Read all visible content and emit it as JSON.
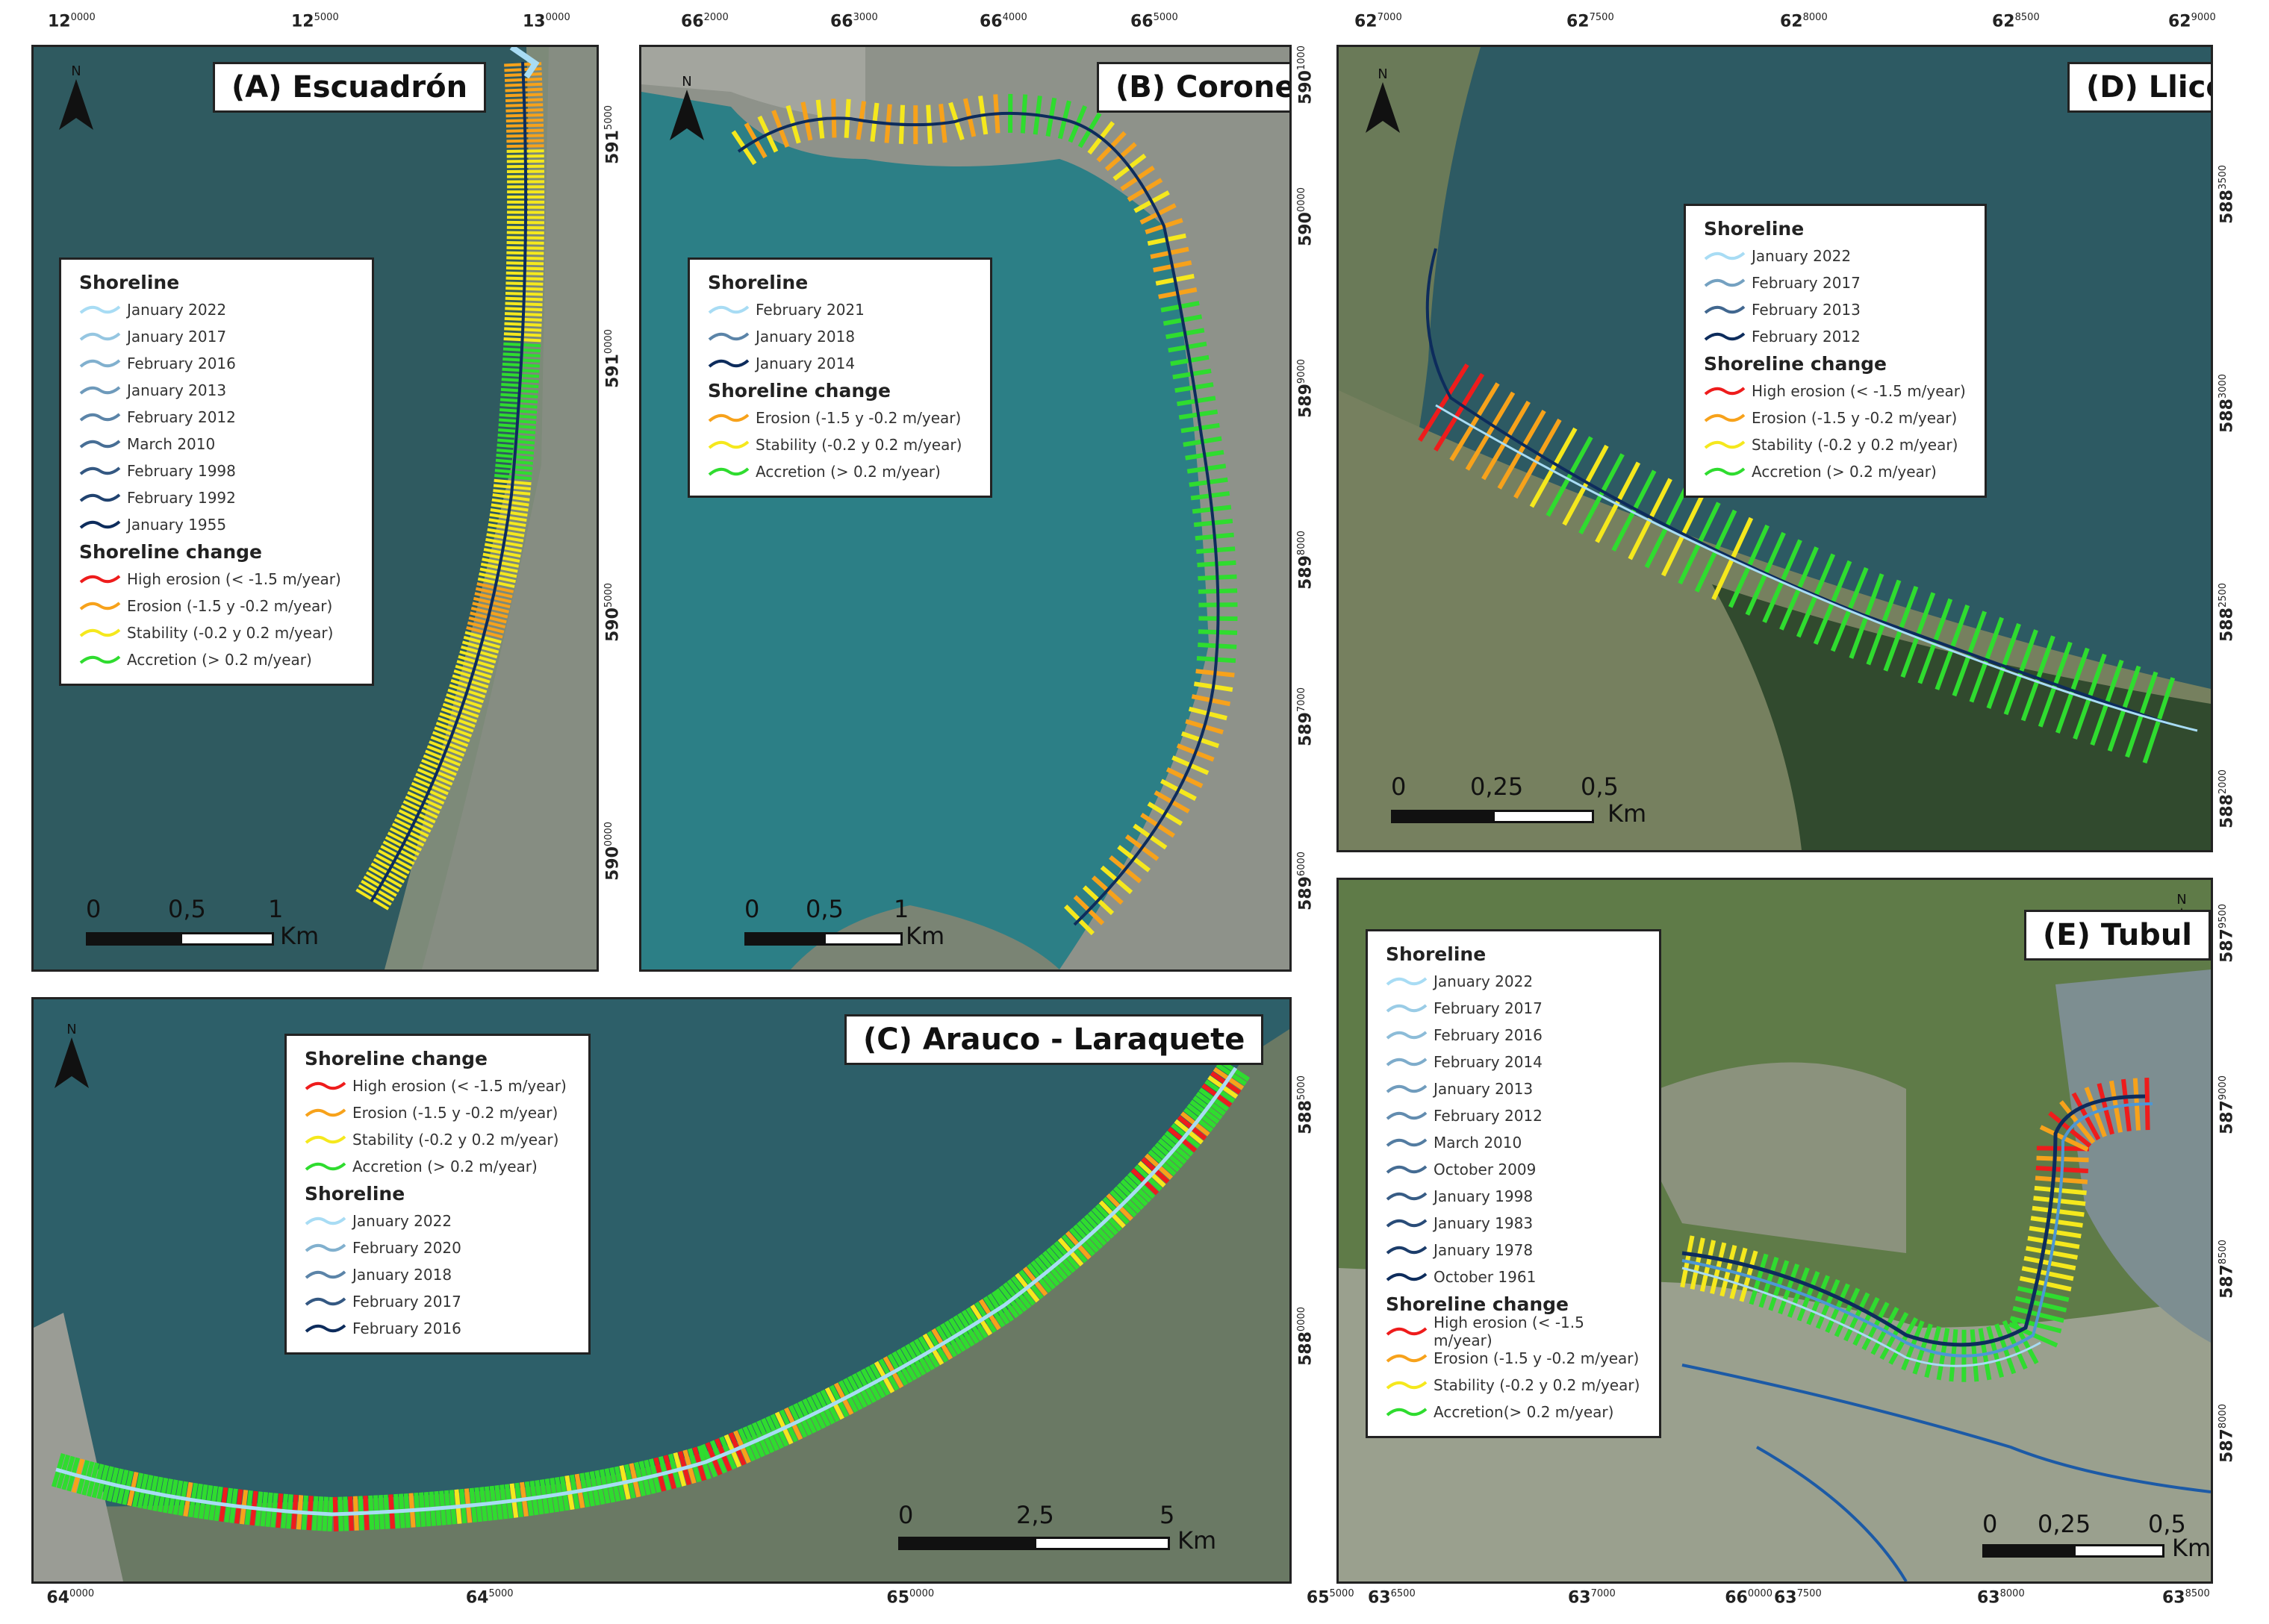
{
  "colors": {
    "high_erosion": "#ee1c1c",
    "erosion": "#f7a21b",
    "stability": "#f5e81d",
    "accretion": "#2fdc2f",
    "shoreline_light": "#a8dcf4",
    "shoreline_mid": "#4d97d4",
    "shoreline_dark": "#0d2c5c"
  },
  "panels": {
    "a": {
      "title": "(A) Escuadrón",
      "north": "N",
      "legend": {
        "shoreline_heading": "Shoreline",
        "shorelines": [
          "January 2022",
          "January 2017",
          "February 2016",
          "January 2013",
          "February 2012",
          "March 2010",
          "February 1998",
          "February 1992",
          "January 1955"
        ],
        "change_heading": "Shoreline change",
        "changes": [
          "High erosion (< -1.5 m/year)",
          "Erosion (-1.5 y -0.2 m/year)",
          "Stability (-0.2 y 0.2 m/year)",
          "Accretion (> 0.2 m/year)"
        ]
      },
      "scale": {
        "labels": [
          "0",
          "0,5",
          "1"
        ],
        "unit": "Km"
      },
      "top_ticks": [
        {
          "major": "12",
          "minor": "0000"
        },
        {
          "major": "12",
          "minor": "5000"
        },
        {
          "major": "13",
          "minor": "0000"
        }
      ],
      "right_ticks": [
        {
          "major": "591",
          "minor": "5000"
        },
        {
          "major": "591",
          "minor": "0000"
        },
        {
          "major": "590",
          "minor": "5000"
        },
        {
          "major": "590",
          "minor": "0000"
        }
      ]
    },
    "b": {
      "title": "(B) Coronel",
      "north": "N",
      "legend": {
        "shoreline_heading": "Shoreline",
        "shorelines": [
          "February 2021",
          "January 2018",
          "January 2014"
        ],
        "change_heading": "Shoreline change",
        "changes": [
          "Erosion (-1.5 y -0.2 m/year)",
          "Stability (-0.2 y 0.2 m/year)",
          "Accretion (> 0.2 m/year)"
        ]
      },
      "scale": {
        "labels": [
          "0",
          "0,5",
          "1"
        ],
        "unit": "Km"
      },
      "top_ticks": [
        {
          "major": "66",
          "minor": "2000"
        },
        {
          "major": "66",
          "minor": "3000"
        },
        {
          "major": "66",
          "minor": "4000"
        },
        {
          "major": "66",
          "minor": "5000"
        }
      ],
      "right_ticks": [
        {
          "major": "590",
          "minor": "0000"
        },
        {
          "major": "589",
          "minor": "9000"
        },
        {
          "major": "589",
          "minor": "8000"
        },
        {
          "major": "589",
          "minor": "7000"
        },
        {
          "major": "589",
          "minor": "6000"
        },
        {
          "major": "590",
          "minor": "1000"
        }
      ]
    },
    "c": {
      "title": "(C) Arauco - Laraquete",
      "north": "N",
      "legend": {
        "change_heading": "Shoreline change",
        "changes": [
          "High erosion (< -1.5 m/year)",
          "Erosion (-1.5 y -0.2 m/year)",
          "Stability (-0.2 y 0.2 m/year)",
          "Accretion (> 0.2 m/year)"
        ],
        "shoreline_heading": "Shoreline",
        "shorelines": [
          "January 2022",
          "February 2020",
          "January 2018",
          "February 2017",
          "February 2016"
        ]
      },
      "scale": {
        "labels": [
          "0",
          "2,5",
          "5"
        ],
        "unit": "Km"
      },
      "bottom_ticks": [
        {
          "major": "64",
          "minor": "0000"
        },
        {
          "major": "64",
          "minor": "5000"
        },
        {
          "major": "65",
          "minor": "0000"
        },
        {
          "major": "65",
          "minor": "5000"
        },
        {
          "major": "66",
          "minor": "0000"
        }
      ],
      "right_ticks": [
        {
          "major": "588",
          "minor": "5000"
        },
        {
          "major": "588",
          "minor": "0000"
        }
      ]
    },
    "d": {
      "title": "(D) Llico",
      "north": "N",
      "legend": {
        "shoreline_heading": "Shoreline",
        "shorelines": [
          "January 2022",
          "February 2017",
          "February 2013",
          "February 2012"
        ],
        "change_heading": "Shoreline change",
        "changes": [
          "High erosion (< -1.5 m/year)",
          "Erosion (-1.5 y -0.2 m/year)",
          "Stability (-0.2 y 0.2 m/year)",
          "Accretion (> 0.2 m/year)"
        ]
      },
      "scale": {
        "labels": [
          "0",
          "0,25",
          "0,5"
        ],
        "unit": "Km"
      },
      "top_ticks": [
        {
          "major": "62",
          "minor": "7000"
        },
        {
          "major": "62",
          "minor": "7500"
        },
        {
          "major": "62",
          "minor": "8000"
        },
        {
          "major": "62",
          "minor": "8500"
        },
        {
          "major": "62",
          "minor": "9000"
        }
      ],
      "right_ticks": [
        {
          "major": "588",
          "minor": "3500"
        },
        {
          "major": "588",
          "minor": "3000"
        },
        {
          "major": "588",
          "minor": "2500"
        },
        {
          "major": "588",
          "minor": "2000"
        }
      ]
    },
    "e": {
      "title": "(E) Tubul",
      "north": "N",
      "legend": {
        "shoreline_heading": "Shoreline",
        "shorelines": [
          "January 2022",
          "February 2017",
          "February 2016",
          "February 2014",
          "January 2013",
          "February 2012",
          "March 2010",
          "October 2009",
          "January 1998",
          "January 1983",
          "January 1978",
          "October 1961"
        ],
        "change_heading": "Shoreline change",
        "changes": [
          "High erosion (< -1.5 m/year)",
          "Erosion (-1.5 y -0.2 m/year)",
          "Stability (-0.2 y 0.2 m/year)",
          "Accretion(> 0.2 m/year)"
        ]
      },
      "scale": {
        "labels": [
          "0",
          "0,25",
          "0,5"
        ],
        "unit": "Km"
      },
      "bottom_ticks": [
        {
          "major": "63",
          "minor": "6500"
        },
        {
          "major": "63",
          "minor": "7000"
        },
        {
          "major": "63",
          "minor": "7500"
        },
        {
          "major": "63",
          "minor": "8000"
        },
        {
          "major": "63",
          "minor": "8500"
        }
      ],
      "right_ticks": [
        {
          "major": "587",
          "minor": "9500"
        },
        {
          "major": "587",
          "minor": "9000"
        },
        {
          "major": "587",
          "minor": "8500"
        },
        {
          "major": "587",
          "minor": "8000"
        }
      ]
    }
  }
}
